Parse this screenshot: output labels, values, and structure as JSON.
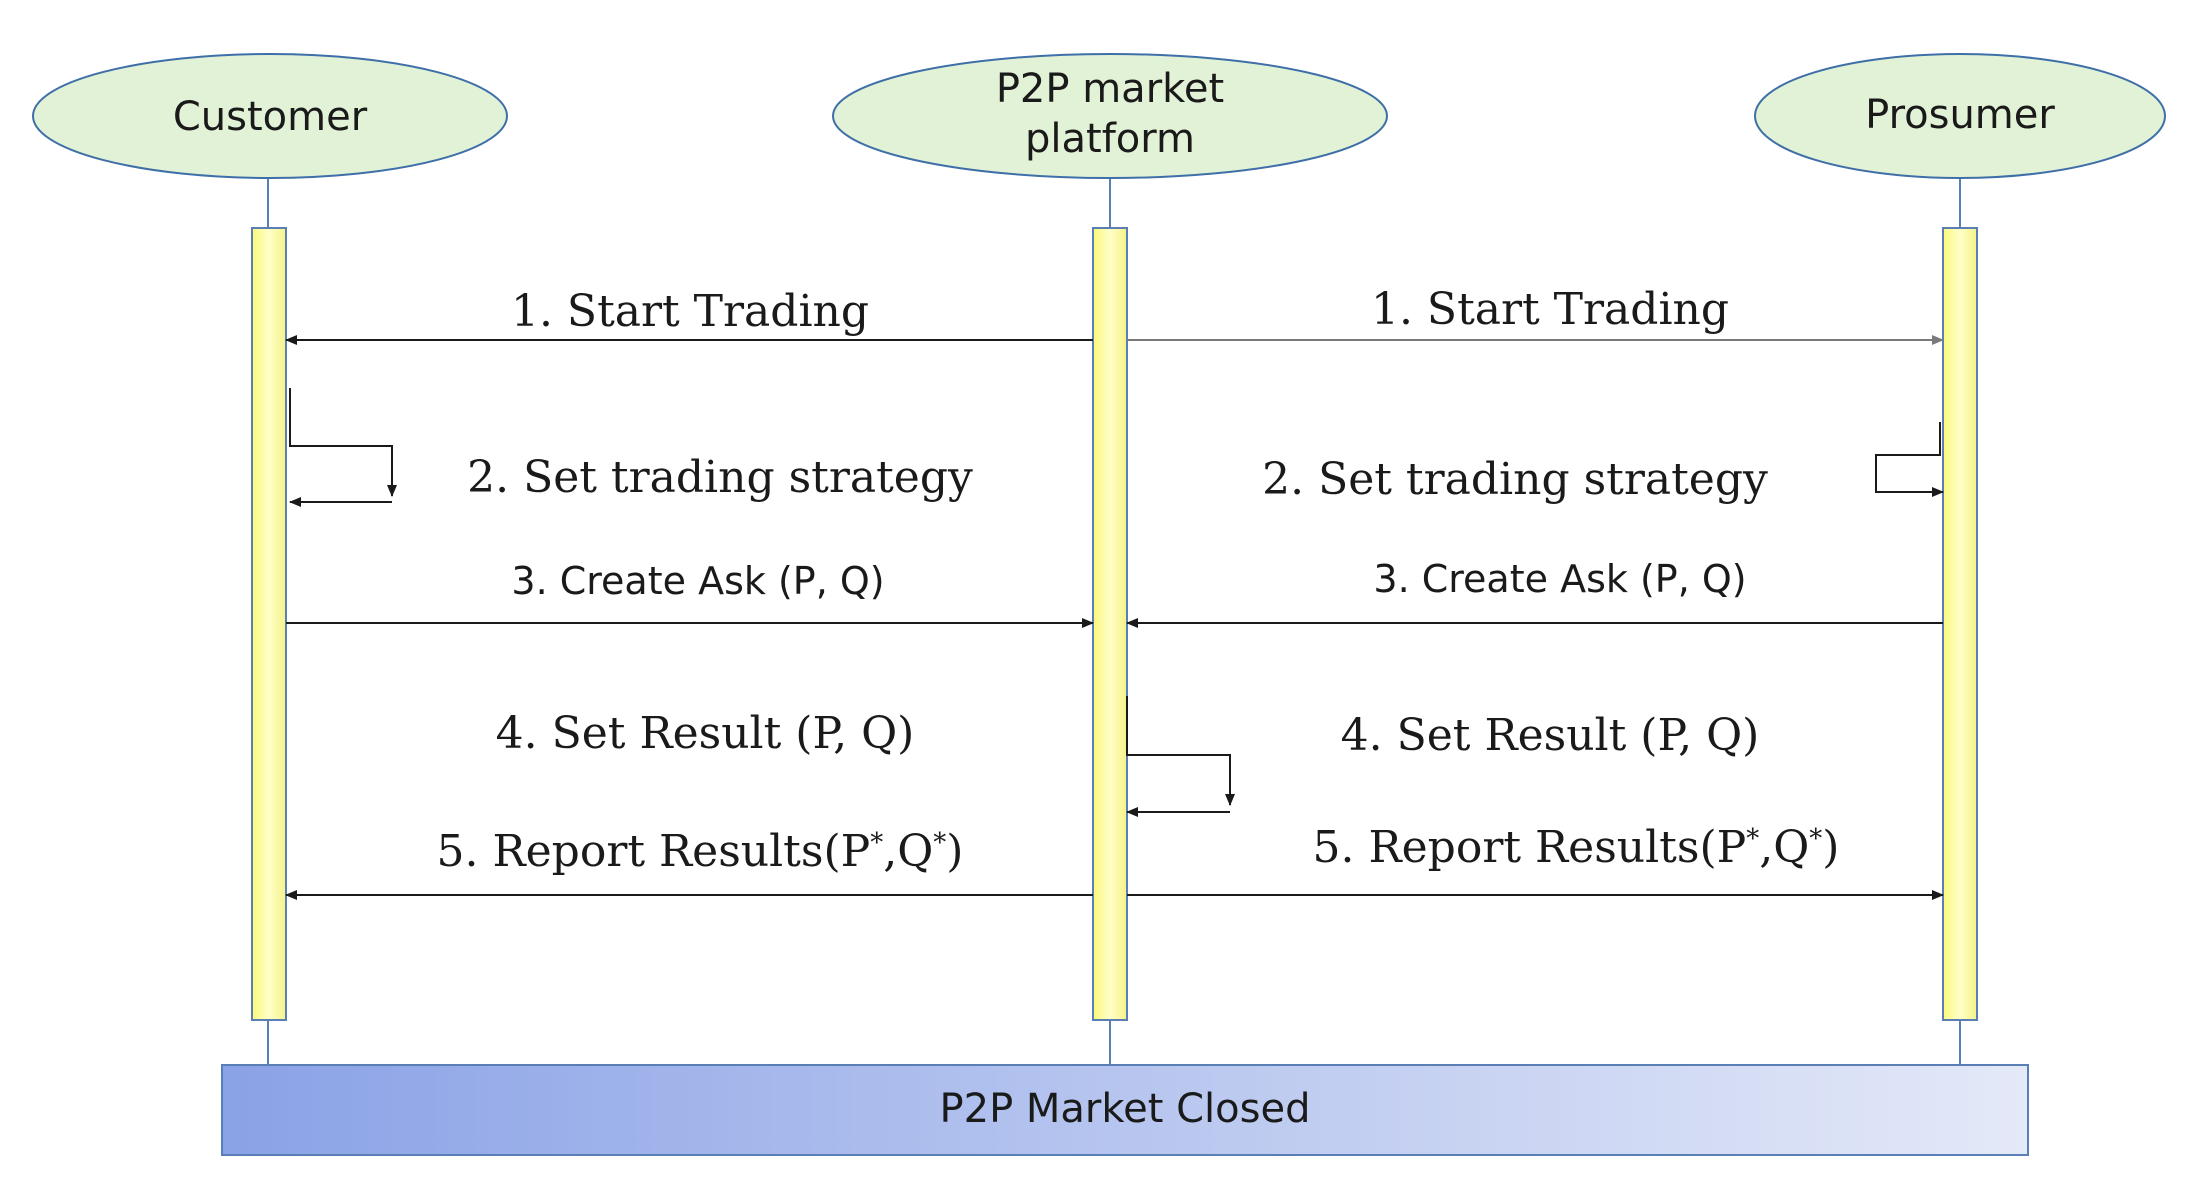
{
  "actors": {
    "customer": "Customer",
    "platform_line1": "P2P market",
    "platform_line2": "platform",
    "prosumer": "Prosumer"
  },
  "messages": {
    "start_trading_left": "1. Start Trading",
    "start_trading_right": "1. Start Trading",
    "strategy_left": "2. Set trading strategy",
    "strategy_right": "2. Set trading strategy",
    "ask_left": "3. Create Ask (P, Q)",
    "ask_right": "3. Create Ask (P, Q)",
    "result_left": "4. Set Result (P, Q)",
    "result_right": "4. Set Result (P, Q)",
    "report_left_prefix": "5. Report Results(P",
    "report_left_mid": ",Q",
    "report_left_suffix": ")",
    "report_right_prefix": "5. Report Results(P",
    "report_right_mid": ",Q",
    "report_right_suffix": ")",
    "star": "*"
  },
  "footer": {
    "closed_label": "P2P Market Closed"
  },
  "colors": {
    "actor_fill": "#e2f2d6",
    "actor_stroke": "#3f6fa8",
    "activation_fill": "#f7f59a",
    "banner_left": "#8aa2e6",
    "banner_right": "#e4e9f8"
  }
}
